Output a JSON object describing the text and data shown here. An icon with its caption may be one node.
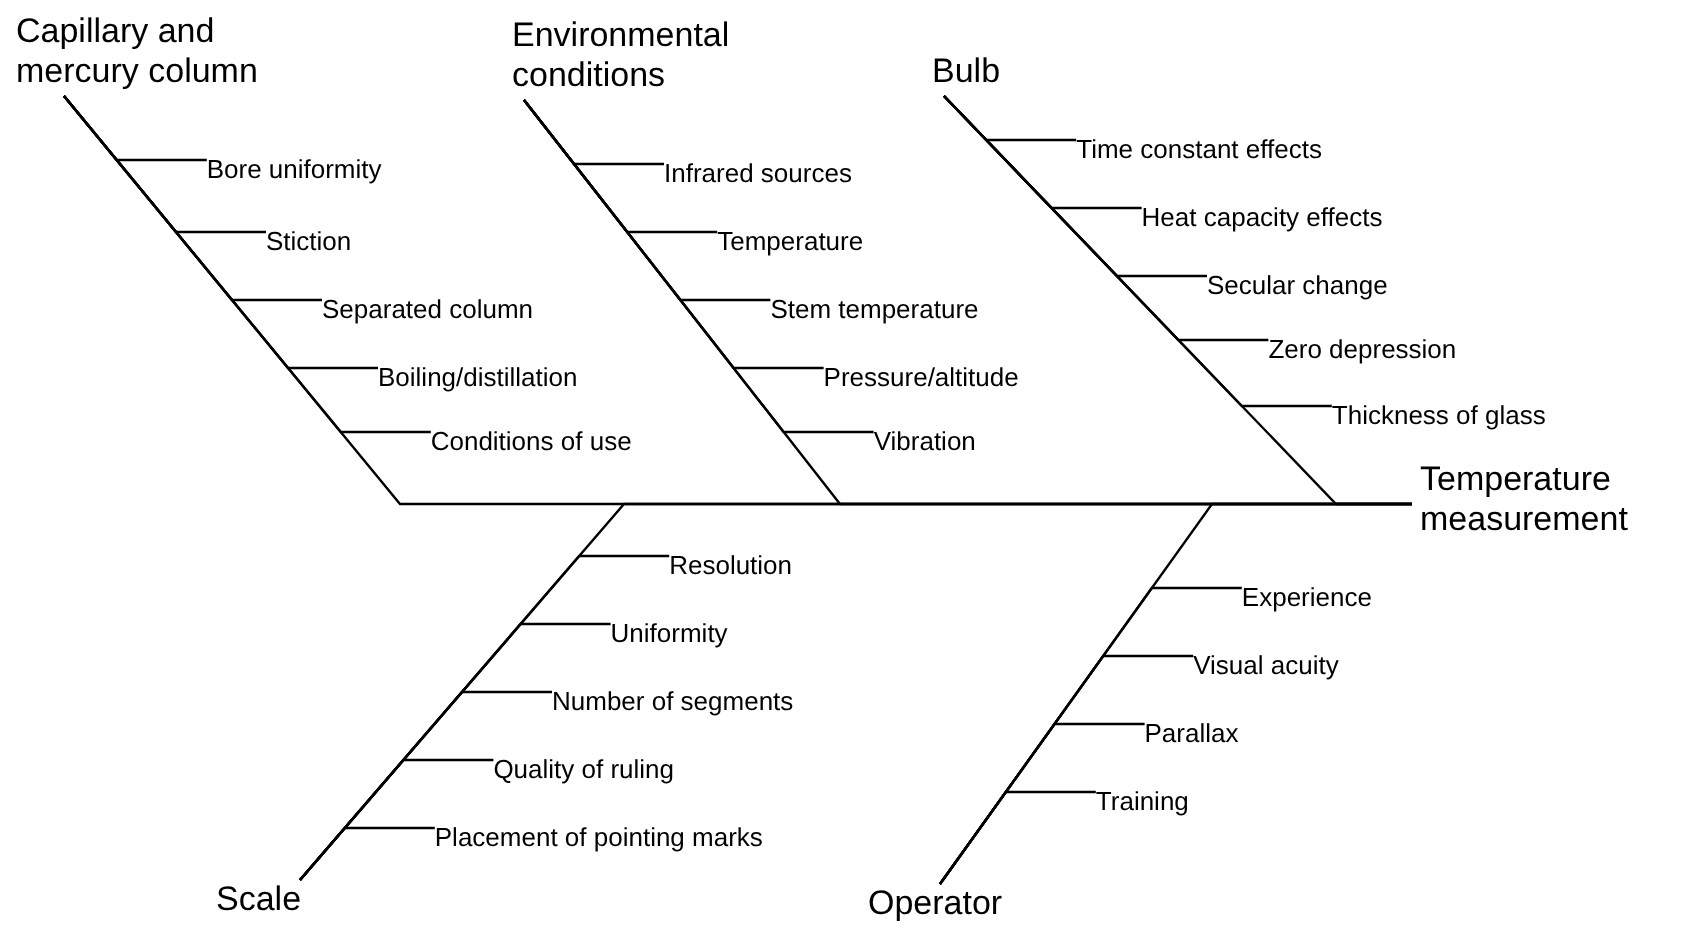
{
  "diagram": {
    "nodes": [
      {
        "text": [
          "Capillary and mercury column"
        ]
      },
      {
        "text": [
          "Bore uniformity"
        ]
      },
      {
        "text": [
          "Stiction"
        ]
      },
      {
        "text": [
          "Separated column"
        ]
      },
      {
        "text": [
          "Boiling/distillation"
        ]
      },
      {
        "text": [
          "Conditions of use"
        ]
      },
      {
        "text": [
          "Environmental conditions"
        ]
      },
      {
        "text": [
          "Infrared sources"
        ]
      },
      {
        "text": [
          "Temperature"
        ]
      },
      {
        "text": [
          "Stem temperature"
        ]
      },
      {
        "text": [
          "Pressure/altitude"
        ]
      },
      {
        "text": [
          "Vibration"
        ]
      },
      {
        "text": [
          "Bulb"
        ]
      },
      {
        "text": [
          "Time constant effects"
        ]
      },
      {
        "text": [
          "Heat capacity effects"
        ]
      },
      {
        "text": [
          "Secular change"
        ]
      },
      {
        "text": [
          "Zero depression"
        ]
      },
      {
        "text": [
          "Thickness of glass"
        ]
      },
      {
        "text": [
          "Temperature measurement"
        ]
      },
      {
        "text": [
          "Scale"
        ]
      },
      {
        "text": [
          "Resolution"
        ]
      },
      {
        "text": [
          "Uniformity"
        ]
      },
      {
        "text": [
          "Number of segments"
        ]
      },
      {
        "text": [
          "Quality of ruling"
        ]
      },
      {
        "text": [
          "Placement of pointing marks"
        ]
      },
      {
        "text": [
          "Operator"
        ]
      },
      {
        "text": [
          "Experience"
        ]
      },
      {
        "text": [
          "Visual acuity"
        ]
      },
      {
        "text": [
          "Parallax"
        ]
      },
      {
        "text": [
          "Training"
        ]
      }
    ],
    "edges": [
      {
        "from": 1,
        "to": 0,
        "arrow": "none"
      },
      {
        "from": 2,
        "to": 0,
        "arrow": "none"
      },
      {
        "from": 3,
        "to": 0,
        "arrow": "none"
      },
      {
        "from": 4,
        "to": 0,
        "arrow": "none"
      },
      {
        "from": 5,
        "to": 0,
        "arrow": "none"
      },
      {
        "from": 7,
        "to": 6,
        "arrow": "none"
      },
      {
        "from": 8,
        "to": 6,
        "arrow": "none"
      },
      {
        "from": 9,
        "to": 6,
        "arrow": "none"
      },
      {
        "from": 10,
        "to": 6,
        "arrow": "none"
      },
      {
        "from": 11,
        "to": 6,
        "arrow": "none"
      },
      {
        "from": 13,
        "to": 12,
        "arrow": "none"
      },
      {
        "from": 14,
        "to": 12,
        "arrow": "none"
      },
      {
        "from": 15,
        "to": 12,
        "arrow": "none"
      },
      {
        "from": 16,
        "to": 12,
        "arrow": "none"
      },
      {
        "from": 17,
        "to": 12,
        "arrow": "none"
      },
      {
        "from": 20,
        "to": 19,
        "arrow": "none"
      },
      {
        "from": 21,
        "to": 19,
        "arrow": "none"
      },
      {
        "from": 22,
        "to": 19,
        "arrow": "none"
      },
      {
        "from": 23,
        "to": 19,
        "arrow": "none"
      },
      {
        "from": 24,
        "to": 19,
        "arrow": "none"
      },
      {
        "from": 26,
        "to": 25,
        "arrow": "none"
      },
      {
        "from": 27,
        "to": 25,
        "arrow": "none"
      },
      {
        "from": 28,
        "to": 25,
        "arrow": "none"
      },
      {
        "from": 29,
        "to": 25,
        "arrow": "none"
      },
      {
        "from": 0,
        "to": 18,
        "arrow": "none"
      },
      {
        "from": 6,
        "to": 18,
        "arrow": "none"
      },
      {
        "from": 12,
        "to": 18,
        "arrow": "none"
      },
      {
        "from": 19,
        "to": 18,
        "arrow": "none"
      },
      {
        "from": 25,
        "to": 18,
        "arrow": "none"
      }
    ]
  }
}
